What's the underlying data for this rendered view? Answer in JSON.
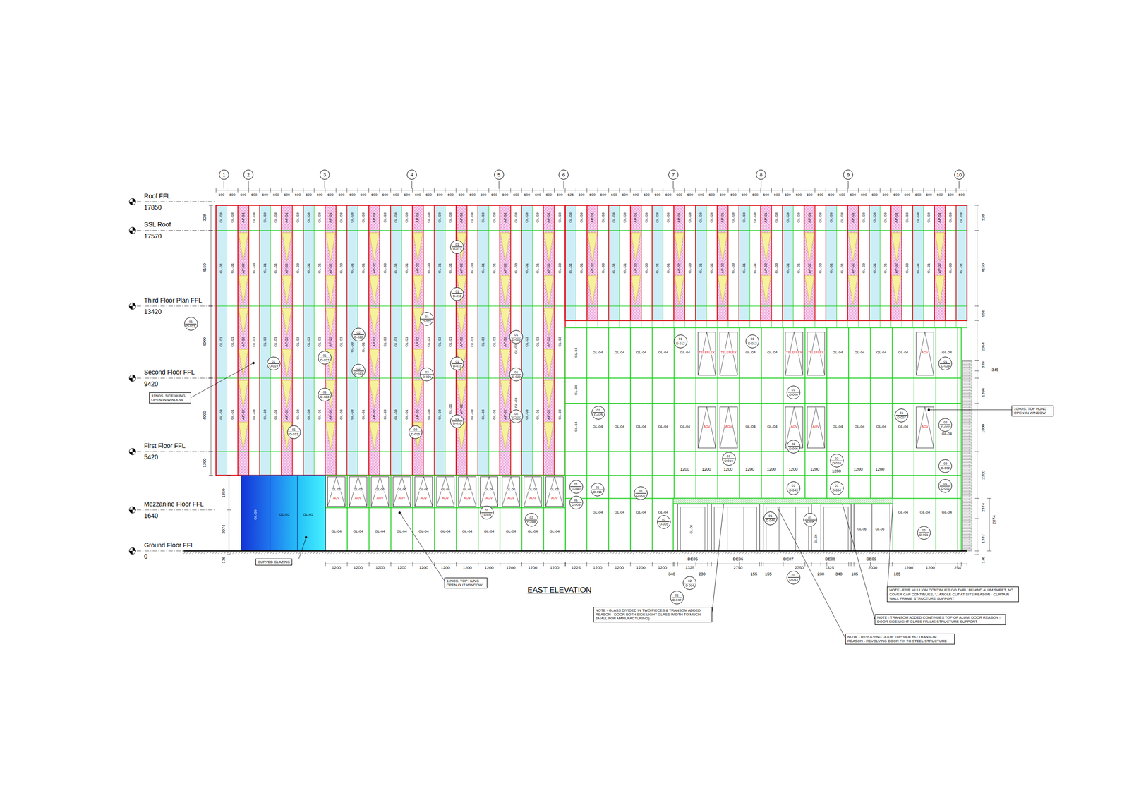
{
  "diagram": {
    "title": "EAST ELEVATION",
    "nodes": [
      {
        "text": [
          "1"
        ]
      },
      {
        "text": [
          "2"
        ]
      },
      {
        "text": [
          "3"
        ]
      },
      {
        "text": [
          "4"
        ]
      },
      {
        "text": [
          "5"
        ]
      },
      {
        "text": [
          "6"
        ]
      },
      {
        "text": [
          "7"
        ]
      },
      {
        "text": [
          "8"
        ]
      },
      {
        "text": [
          "9"
        ]
      },
      {
        "text": [
          "10"
        ]
      },
      {
        "text": [
          "01",
          "D-033"
        ]
      },
      {
        "text": [
          "01",
          "D-017"
        ]
      },
      {
        "text": [
          "01",
          "D-018"
        ]
      },
      {
        "text": [
          "01",
          "D-021"
        ]
      },
      {
        "text": [
          "02",
          "D-022"
        ]
      },
      {
        "text": [
          "01",
          "D-020"
        ]
      },
      {
        "text": [
          "01",
          "D-022"
        ]
      },
      {
        "text": [
          "01",
          "D-019"
        ]
      },
      {
        "text": [
          "01",
          "D-015"
        ]
      },
      {
        "text": [
          "02",
          "D-023"
        ]
      },
      {
        "text": [
          "02",
          "D-021"
        ]
      },
      {
        "text": [
          "01",
          "D-020"
        ]
      },
      {
        "text": [
          "01",
          "D-023"
        ]
      },
      {
        "text": [
          "01",
          "D-016"
        ]
      },
      {
        "text": [
          "02",
          "D-020"
        ]
      },
      {
        "text": [
          "01",
          "D-013"
        ]
      },
      {
        "text": [
          "02",
          "D-013"
        ]
      },
      {
        "text": [
          "01",
          "D-012"
        ]
      },
      {
        "text": [
          "01",
          "D-013"
        ]
      },
      {
        "text": [
          "01",
          "D-026"
        ]
      },
      {
        "text": [
          "01",
          "D-006"
        ]
      },
      {
        "text": [
          "01",
          "D-025"
        ]
      },
      {
        "text": [
          "01",
          "D-007"
        ]
      },
      {
        "text": [
          "02",
          "D-007"
        ]
      },
      {
        "text": [
          "02",
          "D-006"
        ]
      },
      {
        "text": [
          "01",
          "D-010"
        ]
      },
      {
        "text": [
          "02",
          "D-010"
        ]
      },
      {
        "text": [
          "02",
          "D-002"
        ]
      },
      {
        "text": [
          "01",
          "D-040"
        ]
      },
      {
        "text": [
          "01",
          "D-001"
        ]
      },
      {
        "text": [
          "01",
          "D-043"
        ]
      },
      {
        "text": [
          "01",
          "D-004"
        ]
      },
      {
        "text": [
          "01",
          "D-011"
        ]
      },
      {
        "text": [
          "01",
          "D-002"
        ]
      },
      {
        "text": [
          "01",
          "D-009"
        ]
      },
      {
        "text": [
          "01",
          "D-009"
        ]
      },
      {
        "text": [
          "01",
          "D-044"
        ]
      },
      {
        "text": [
          "02",
          "D-008"
        ]
      },
      {
        "text": [
          "01",
          "D-005"
        ]
      },
      {
        "text": [
          "01",
          "D-005"
        ]
      },
      {
        "text": [
          "02",
          "D-001"
        ]
      },
      {
        "text": [
          "02",
          "D-043"
        ]
      },
      {
        "text": [
          "02",
          "D-004"
        ]
      },
      {
        "text": [
          "01",
          "D-042"
        ]
      },
      {
        "text": [
          "31NOS. SIDE HUNG OPEN IN WINDOW"
        ]
      },
      {
        "text": [
          "10NOS. TOP HUNG OPEN IN WINDOW"
        ]
      },
      {
        "text": [
          "11NOS. TOP HUNG OPEN OUT WINDOW"
        ]
      },
      {
        "text": [
          "CURVED GLAZING"
        ]
      },
      {
        "text": [
          "NOTE - GLASS DIVIDED IN TWO PIECES & TRANSOM ADDED REASON - DOOR BOTH SIDE LIGHT GLASS WIDTH TO MUCH SMALL FOR MANUFACTURING)"
        ]
      },
      {
        "text": [
          "NOTE - FIVE MULLION CONTINUES GO THRU BEHIND ALUM SHEET, NO COVER CAP CONTINUES, 'L' ANGLE CUT AT SITE REASON - CURTAIN WALL FRAME STRUCTURE SUPPORT"
        ]
      },
      {
        "text": [
          "NOTE - TRANSOM ADDED CONTINUES TOP OF ALUM. DOOR REASON - DOOR SIDE LIGHT GLASS FRAME STRUCTURE SUPPORT"
        ]
      },
      {
        "text": [
          "NOTE - REVOLVING DOOR TOP SIDE NO TRANSOM REASON - REVOLVING DOOR FIX TO STEEL STRUCTURE"
        ]
      }
    ],
    "labels": [
      "Roof FFL",
      "17850",
      "SSL Roof",
      "17570",
      "Third Floor Plan FFL",
      "13420",
      "Second Floor FFL",
      "9420",
      "First Floor FFL",
      "5420",
      "Mezzanine Floor FFL",
      "1640",
      "Ground Floor FFL",
      "0",
      "328",
      "4150",
      "4000",
      "4000",
      "1300",
      "1850",
      "2074",
      "176",
      "328",
      "4150",
      "956",
      "2054",
      "339",
      "345",
      "1396",
      "1800",
      "2200",
      "2374",
      "2874",
      "1337",
      "176",
      "600",
      "600",
      "600",
      "600",
      "600",
      "600",
      "600",
      "600",
      "600",
      "600",
      "600",
      "600",
      "600",
      "600",
      "600",
      "600",
      "600",
      "600",
      "600",
      "600",
      "600",
      "600",
      "600",
      "600",
      "600",
      "600",
      "600",
      "600",
      "600",
      "600",
      "600",
      "600",
      "625",
      "600",
      "600",
      "600",
      "600",
      "600",
      "600",
      "600",
      "600",
      "600",
      "600",
      "600",
      "600",
      "600",
      "600",
      "600",
      "600",
      "600",
      "600",
      "600",
      "600",
      "600",
      "600",
      "600",
      "600",
      "600",
      "600",
      "600",
      "600",
      "600",
      "600",
      "600",
      "600",
      "600",
      "600",
      "600",
      "600",
      "1200",
      "1200",
      "1200",
      "1200",
      "1200",
      "1200",
      "1200",
      "1200",
      "1200",
      "1200",
      "1200",
      "1225",
      "1200",
      "1200",
      "1200",
      "1200",
      "340",
      "1325",
      "230",
      "2750",
      "155",
      "155",
      "2750",
      "230",
      "1325",
      "340",
      "185",
      "2030",
      "185",
      "1200",
      "1200",
      "254",
      "1200",
      "1200",
      "1200",
      "1200",
      "1200",
      "1200",
      "1200",
      "1200",
      "1200",
      "1200",
      "DE05",
      "DE06",
      "DE07",
      "DE08",
      "DE09",
      "GL-03",
      "GL-01",
      "GL-03",
      "GL-03",
      "GL-03",
      "GL-01",
      "GL-01",
      "GL-01",
      "AP-01",
      "AP-02",
      "AP-02",
      "AP-02",
      "GL-03",
      "GL-03",
      "GL-03",
      "GL-03",
      "GL-03",
      "GL-01",
      "GL-03",
      "GL-03",
      "GL-03",
      "GL-01",
      "GL-01",
      "GL-01",
      "AP-01",
      "AP-02",
      "AP-02",
      "AP-02",
      "GL-03",
      "GL-03",
      "GL-03",
      "GL-03",
      "GL-03",
      "GL-01",
      "GL-03",
      "GL-03",
      "GL-03",
      "GL-01",
      "GL-01",
      "GL-01",
      "AP-01",
      "AP-02",
      "AP-02",
      "AP-02",
      "GL-03",
      "GL-03",
      "GL-03",
      "GL-03",
      "GL-03",
      "GL-01",
      "GL-03",
      "GL-03",
      "GL-03",
      "GL-01",
      "GL-01",
      "GL-01",
      "AP-01",
      "AP-02",
      "AP-02",
      "AP-02",
      "GL-03",
      "GL-03",
      "GL-03",
      "GL-03",
      "GL-03",
      "GL-01",
      "GL-03",
      "GL-03",
      "GL-03",
      "GL-01",
      "GL-01",
      "GL-01",
      "AP-01",
      "AP-02",
      "AP-02",
      "AP-02",
      "GL-03",
      "GL-03",
      "GL-03",
      "GL-03",
      "GL-03",
      "GL-01",
      "GL-03",
      "GL-03",
      "GL-03",
      "GL-01",
      "GL-01",
      "GL-01",
      "AP-01",
      "AP-02",
      "AP-02",
      "AP-02",
      "GL-03",
      "GL-03",
      "GL-03",
      "GL-03",
      "GL-03",
      "GL-01",
      "GL-03",
      "GL-03",
      "GL-03",
      "GL-01",
      "GL-01",
      "GL-01",
      "AP-01",
      "AP-02",
      "AP-02",
      "AP-02",
      "GL-03",
      "GL-03",
      "GL-03",
      "GL-03",
      "GL-03",
      "GL-01",
      "GL-03",
      "GL-03",
      "GL-03",
      "GL-01",
      "GL-01",
      "GL-01",
      "AP-01",
      "AP-02",
      "AP-02",
      "AP-02",
      "GL-03",
      "GL-03",
      "GL-03",
      "GL-03",
      "GL-03",
      "GL-01",
      "GL-03",
      "GL-01",
      "AP-01",
      "AP-02",
      "GL-03",
      "GL-03",
      "GL-03",
      "GL-01",
      "GL-03",
      "GL-01",
      "AP-01",
      "AP-02",
      "GL-03",
      "GL-03",
      "GL-03",
      "GL-01",
      "GL-03",
      "GL-01",
      "AP-01",
      "AP-02",
      "GL-03",
      "GL-03",
      "GL-03",
      "GL-01",
      "GL-03",
      "GL-01",
      "AP-01",
      "AP-02",
      "GL-03",
      "GL-03",
      "GL-03",
      "GL-01",
      "GL-03",
      "GL-01",
      "AP-01",
      "AP-02",
      "GL-03",
      "GL-03",
      "GL-03",
      "GL-01",
      "GL-03",
      "GL-01",
      "AP-01",
      "AP-02",
      "GL-03",
      "GL-03",
      "GL-03",
      "GL-01",
      "GL-03",
      "GL-01",
      "AP-01",
      "AP-02",
      "GL-03",
      "GL-03",
      "GL-03",
      "GL-01",
      "GL-03",
      "GL-01",
      "AP-01",
      "AP-02",
      "GL-03",
      "GL-03",
      "GL-03",
      "GL-01",
      "GL-03",
      "GL-01",
      "AP-01",
      "AP-02",
      "GL-03",
      "GL-03",
      "GL-03",
      "GL-01",
      "GL-04",
      "GL-04",
      "GL-04",
      "GL-04",
      "GL-04",
      "GL-04",
      "GL-04",
      "GL-04",
      "TELEFLEX",
      "TELEFLEX",
      "GL-04",
      "GL-04",
      "TELEFLEX",
      "TELEFLEX",
      "GL-04",
      "GL-04",
      "GL-04",
      "GL-04",
      "AOV",
      "GL-04",
      "GL-04",
      "GL-04",
      "GL-04",
      "GL-04",
      "GL-04",
      "AOV",
      "AOV",
      "GL-04",
      "GL-04",
      "AOV",
      "AOV",
      "GL-04",
      "GL-04",
      "GL-04",
      "GL-04",
      "AOV",
      "GL-04",
      "GL-04",
      "GL-04",
      "GL-04",
      "GL-04",
      "GL-04",
      "GL-04",
      "GL-04",
      "GL-06",
      "AOV",
      "GL-04",
      "GL-06",
      "AOV",
      "GL-04",
      "GL-06",
      "AOV",
      "GL-04",
      "GL-06",
      "AOV",
      "GL-04",
      "GL-06",
      "AOV",
      "GL-04",
      "GL-06",
      "AOV",
      "GL-04",
      "GL-06",
      "AOV",
      "GL-04",
      "GL-06",
      "AOV",
      "GL-04",
      "GL-06",
      "AOV",
      "GL-04",
      "GL-06",
      "AOV",
      "GL-04",
      "GL-06",
      "AOV",
      "GL-04",
      "GL-05",
      "GL-05",
      "GL-05",
      "GL-06",
      "GL-06",
      "GL-06",
      "GL-06"
    ]
  }
}
